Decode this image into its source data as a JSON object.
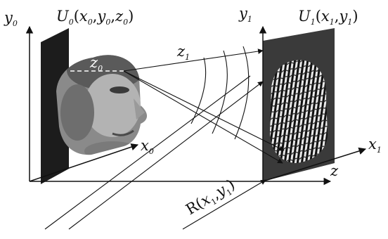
{
  "object_plane": {
    "axis_y": "y",
    "axis_y_sub": "0",
    "axis_x": "x",
    "axis_x_sub": "0",
    "field_name": "U",
    "field_name_sub": "0",
    "field_args_x": "x",
    "field_args_x_sub": "0",
    "field_args_y": "y",
    "field_args_y_sub": "0",
    "field_args_z": "z",
    "field_args_z_sub": "0",
    "depth_label": "z",
    "depth_label_sub": "0"
  },
  "propagation": {
    "distance_label": "z",
    "distance_label_sub": "1",
    "axis_z": "z"
  },
  "hologram_plane": {
    "axis_y": "y",
    "axis_y_sub": "1",
    "axis_x": "x",
    "axis_x_sub": "1",
    "field_name": "U",
    "field_name_sub": "1",
    "field_args_x": "x",
    "field_args_x_sub": "1",
    "field_args_y": "y",
    "field_args_y_sub": "1"
  },
  "reference_wave": {
    "name": "R",
    "args_x": "x",
    "args_x_sub": "1",
    "args_y": "y",
    "args_y_sub": "1"
  },
  "colors": {
    "object_plate": "#1c1c1c",
    "hologram_plate": "#3a3a3a",
    "lines": "#111111"
  },
  "icons": [
    "face-image",
    "fringe-pattern"
  ]
}
